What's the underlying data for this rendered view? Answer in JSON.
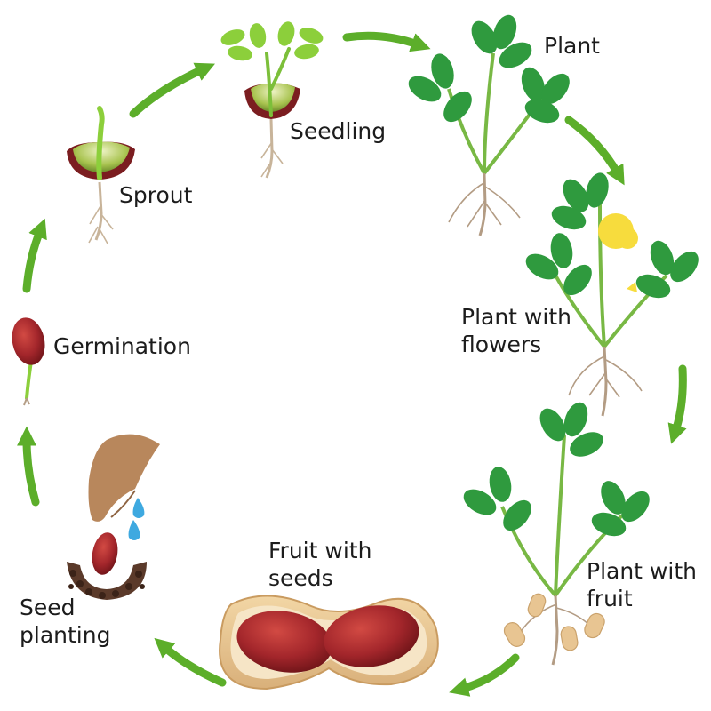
{
  "diagram": {
    "colors": {
      "arrow": "#5cae2a",
      "leaf": "#2f9a3e",
      "leaf_light": "#8ccf3b",
      "stem": "#78b844",
      "root": "#b39c84",
      "seed": "#a3262b",
      "shell": "#e8c592",
      "flower": "#f7dc3d",
      "hand": "#b8875c",
      "water": "#3ea9e0",
      "soil": "#5b3a2a"
    },
    "stages": [
      {
        "id": "seed-planting",
        "line1": "Seed",
        "line2": "planting"
      },
      {
        "id": "germination",
        "line1": "Germination"
      },
      {
        "id": "sprout",
        "line1": "Sprout"
      },
      {
        "id": "seedling",
        "line1": "Seedling"
      },
      {
        "id": "plant",
        "line1": "Plant"
      },
      {
        "id": "plant-with-flowers",
        "line1": "Plant with",
        "line2": "flowers"
      },
      {
        "id": "plant-with-fruit",
        "line1": "Plant with",
        "line2": "fruit"
      },
      {
        "id": "fruit-with-seeds",
        "line1": "Fruit with",
        "line2": "seeds"
      }
    ]
  }
}
